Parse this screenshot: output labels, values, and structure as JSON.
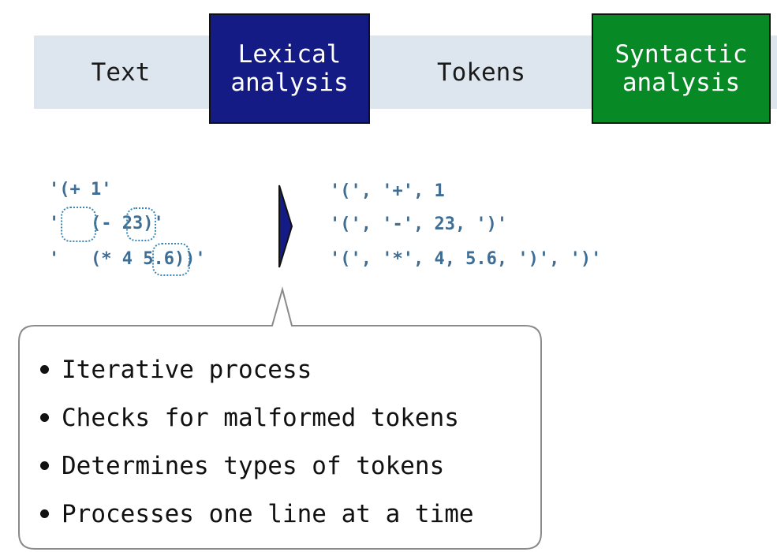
{
  "pipeline": {
    "text_label": "Text",
    "lexical_line1": "Lexical",
    "lexical_line2": "analysis",
    "tokens_label": "Tokens",
    "syntactic_line1": "Syntactic",
    "syntactic_line2": "analysis"
  },
  "colors": {
    "band": "#dde6ee",
    "lexical_box": "#141b85",
    "syntactic_box": "#078a25",
    "code": "#3f6d93",
    "arrow": "#141b85"
  },
  "input_lines": [
    "'(+ 1'",
    "'   (- 23)'",
    "'   (* 4 5.6))'"
  ],
  "output_lines": [
    "'(', '+', 1",
    "'(', '-', 23, ')'",
    "'(', '*', 4, 5.6, ')', ')'"
  ],
  "bullets": [
    "Iterative process",
    "Checks for malformed tokens",
    "Determines types of tokens",
    "Processes one line at a time"
  ]
}
